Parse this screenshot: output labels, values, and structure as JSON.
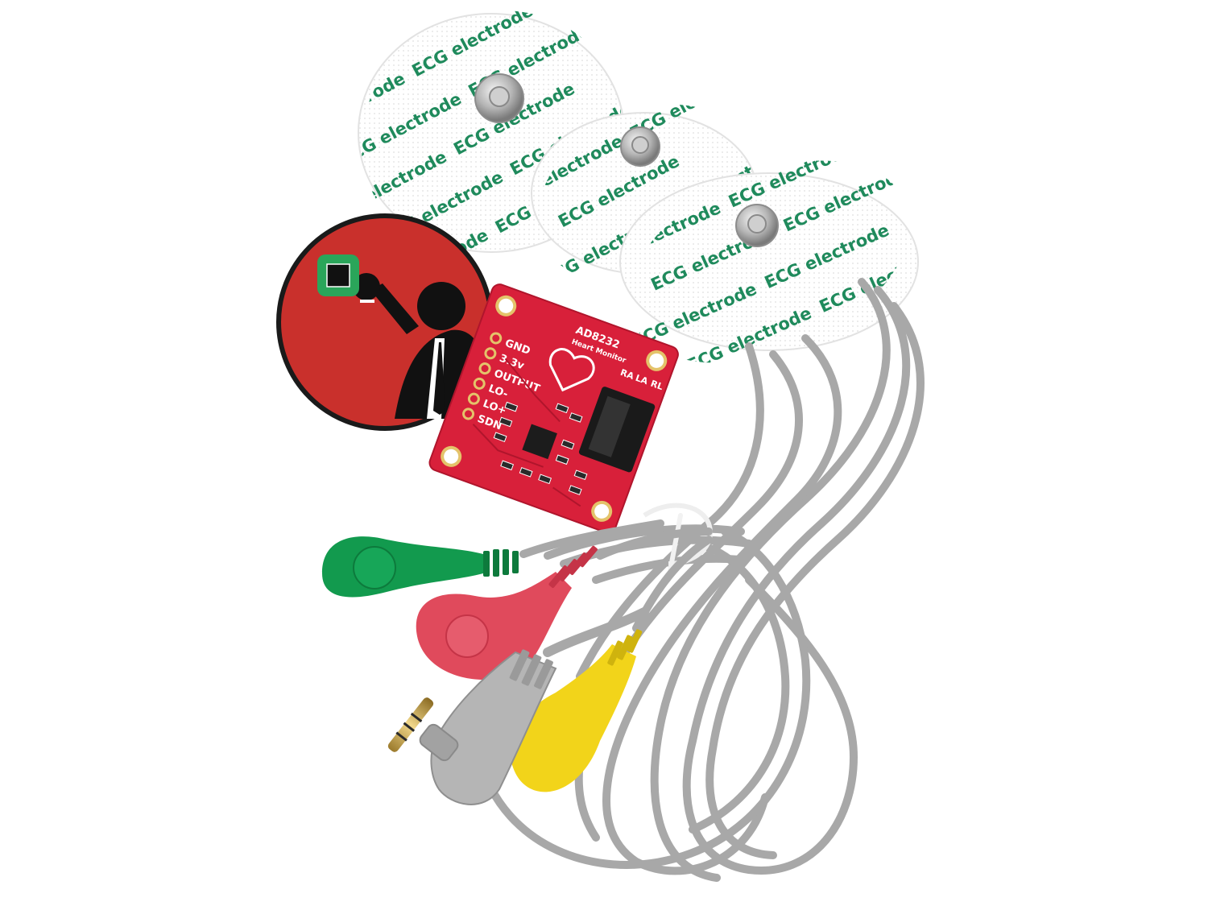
{
  "electrode_print_text": "ECG electrode",
  "board": {
    "chip_name": "AD8232",
    "subtitle": "Heart Monitor",
    "pins": [
      "GND",
      "3.3v",
      "OUTPUT",
      "LO-",
      "LO+",
      "SDN"
    ],
    "jack_labels": [
      "RA",
      "LA",
      "RL"
    ]
  },
  "colors": {
    "background": "#ffffff",
    "pcb": "#d8203a",
    "sticker_red": "#c9302c",
    "snap_green": "#129a4e",
    "snap_red": "#e04a5c",
    "snap_yellow": "#f2d41a",
    "cable_grey": "#a8a8a8",
    "electrode_print": "#1f8a5c",
    "heart_print": "#d7263d"
  }
}
